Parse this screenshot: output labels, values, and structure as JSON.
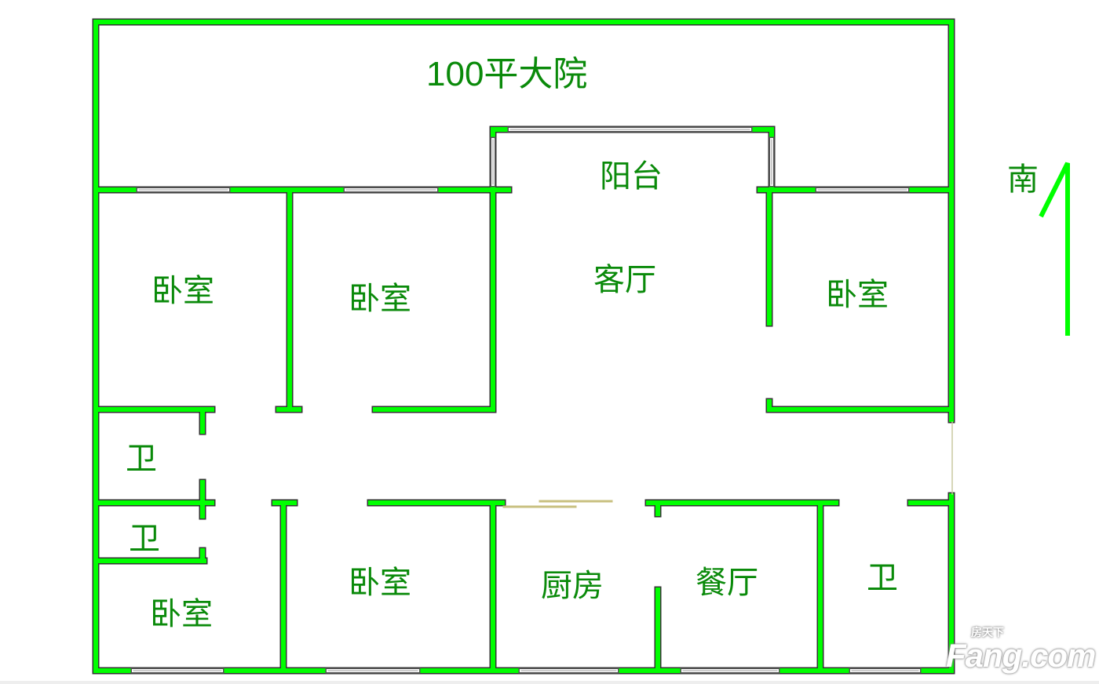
{
  "plan": {
    "yard_label": "100平大院",
    "balcony_label": "阳台",
    "living_room_label": "客厅",
    "rooms": [
      {
        "name": "bedroom-1",
        "label": "卧室"
      },
      {
        "name": "bedroom-2",
        "label": "卧室"
      },
      {
        "name": "bedroom-3",
        "label": "卧室"
      },
      {
        "name": "bathroom-1",
        "label": "卫"
      },
      {
        "name": "bathroom-2",
        "label": "卫"
      },
      {
        "name": "bedroom-4",
        "label": "卧室"
      },
      {
        "name": "bedroom-5",
        "label": "卧室"
      },
      {
        "name": "kitchen",
        "label": "厨房"
      },
      {
        "name": "dining-room",
        "label": "餐厅"
      },
      {
        "name": "bathroom-3",
        "label": "卫"
      }
    ],
    "orientation_label": "南",
    "wall_color": "#00ff00",
    "text_color": "#0a8a0a"
  },
  "watermark": {
    "cn": "房天下",
    "en": "Fang.com"
  }
}
